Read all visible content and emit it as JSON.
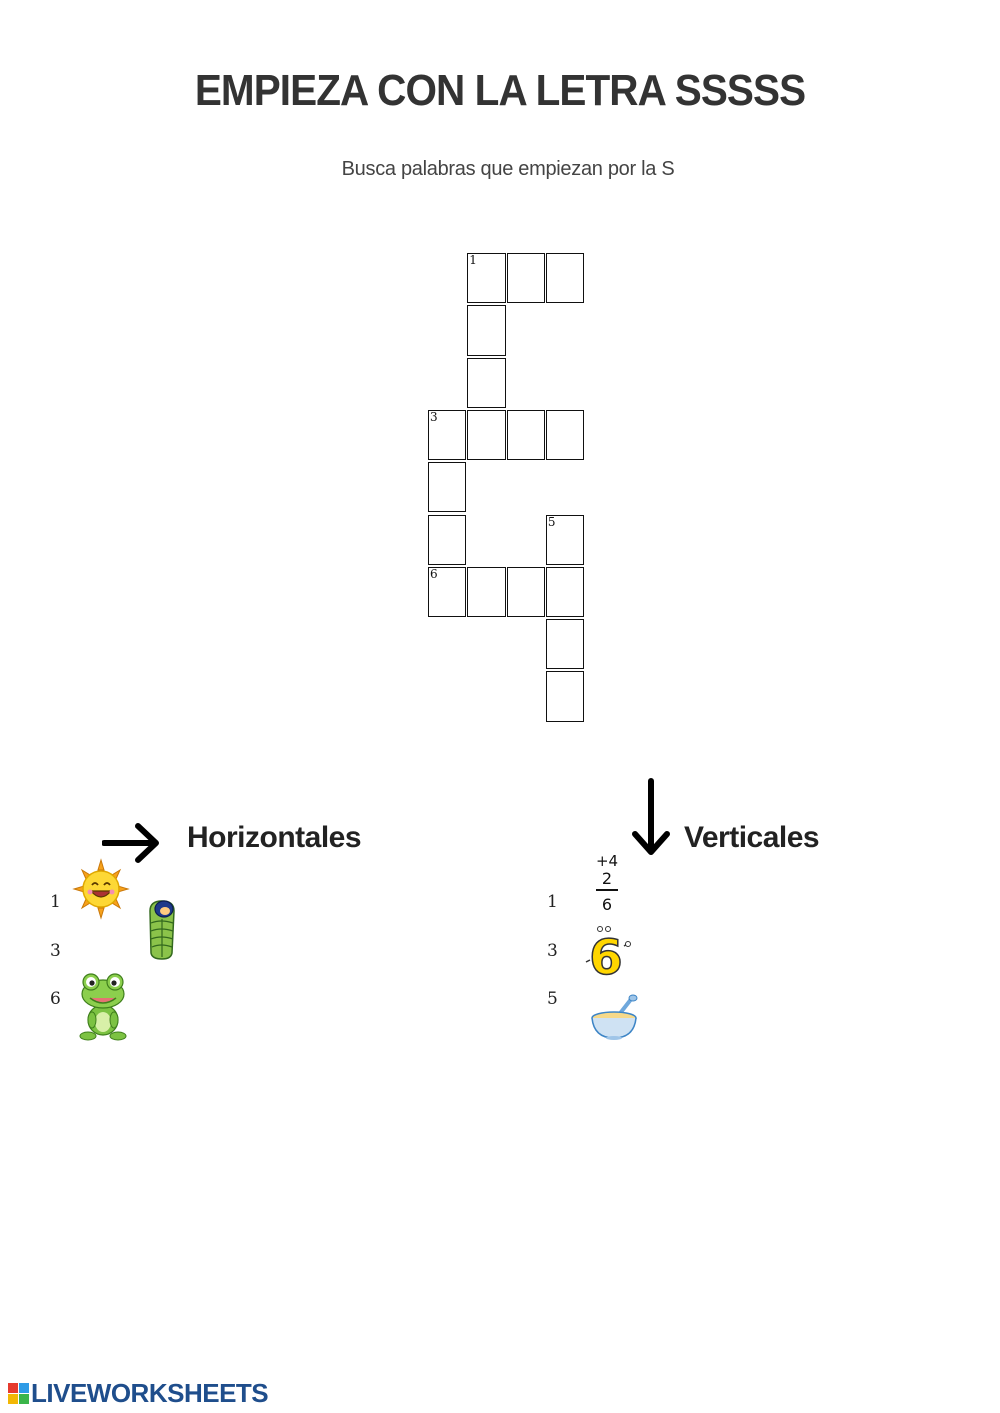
{
  "title": "EMPIEZA CON LA LETRA SSSSS",
  "subtitle": "Busca palabras que empiezan por la S",
  "grid": {
    "cells": [
      [
        1,
        0
      ],
      [
        2,
        0
      ],
      [
        3,
        0
      ],
      [
        1,
        1
      ],
      [
        1,
        2
      ],
      [
        0,
        3
      ],
      [
        1,
        3
      ],
      [
        2,
        3
      ],
      [
        3,
        3
      ],
      [
        0,
        4
      ],
      [
        0,
        5
      ],
      [
        3,
        5
      ],
      [
        0,
        6
      ],
      [
        1,
        6
      ],
      [
        2,
        6
      ],
      [
        3,
        6
      ],
      [
        3,
        7
      ],
      [
        3,
        8
      ]
    ],
    "numbers": [
      {
        "col": 1,
        "row": 0,
        "label": "1"
      },
      {
        "col": 0,
        "row": 3,
        "label": "3"
      },
      {
        "col": 3,
        "row": 5,
        "label": "5"
      },
      {
        "col": 0,
        "row": 6,
        "label": "6"
      }
    ]
  },
  "horizontal": {
    "heading": "Horizontales",
    "clues": [
      {
        "number": "1",
        "icon": "sun-icon"
      },
      {
        "number": "3",
        "icon": "sleeping-bag-icon"
      },
      {
        "number": "6",
        "icon": "frog-icon"
      }
    ]
  },
  "vertical": {
    "heading": "Verticales",
    "clues": [
      {
        "number": "1",
        "icon": "addition-sum-icon"
      },
      {
        "number": "3",
        "icon": "number-six-icon"
      },
      {
        "number": "5",
        "icon": "soup-bowl-icon"
      }
    ]
  },
  "sum_digits": [
    "+4",
    "2",
    "6"
  ],
  "six_digit": "6",
  "footer": {
    "brand": "LIVEWORKSHEETS",
    "block_colors": [
      "#e63b2e",
      "#2e9be6",
      "#f2b705",
      "#3bb54a"
    ]
  }
}
